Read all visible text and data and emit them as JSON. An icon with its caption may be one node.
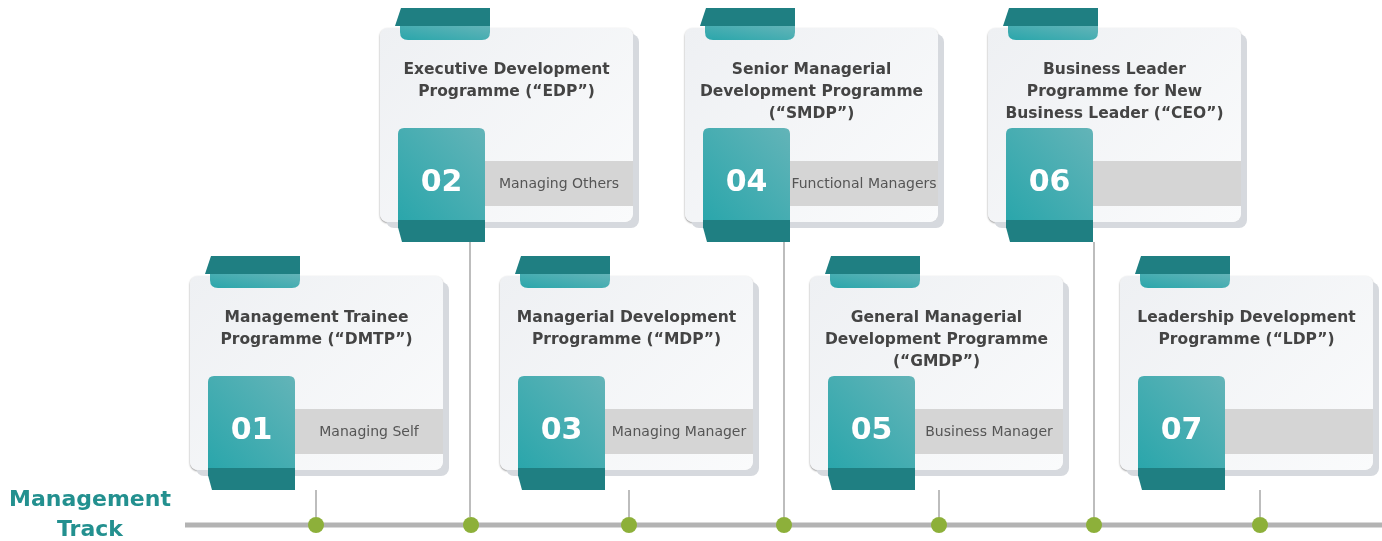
{
  "diagram": {
    "nodes": [
      {
        "text": [
          "Management Trainee Programme (“DMTP”)",
          "01",
          "Managing Self"
        ]
      },
      {
        "text": [
          "Executive Development Programme (“EDP”)",
          "02",
          "Managing Others"
        ]
      },
      {
        "text": [
          "Managerial Development Prrogramme (“MDP”)",
          "03",
          "Managing Manager"
        ]
      },
      {
        "text": [
          "Senior Managerial Development Programme (“SMDP”)",
          "04",
          "Functional Managers"
        ]
      },
      {
        "text": [
          "General Managerial Development Programme (“GMDP”)",
          "05",
          "Business Manager"
        ]
      },
      {
        "text": [
          "Business Leader Programme for New Business Leader (“CEO”)",
          "06"
        ]
      },
      {
        "text": [
          "Leadership Development Programme (“LDP”)",
          "07"
        ]
      },
      {
        "text": [],
        "shape": "circle"
      },
      {
        "text": [],
        "shape": "circle"
      },
      {
        "text": [],
        "shape": "circle"
      },
      {
        "text": [],
        "shape": "circle"
      },
      {
        "text": [],
        "shape": "circle"
      },
      {
        "text": [],
        "shape": "circle"
      },
      {
        "text": [],
        "shape": "circle"
      }
    ],
    "edges": [
      {
        "from": 0,
        "to": 7,
        "arrow": "none"
      },
      {
        "from": 1,
        "to": 8,
        "arrow": "none"
      },
      {
        "from": 2,
        "to": 9,
        "arrow": "none"
      },
      {
        "from": 3,
        "to": 10,
        "arrow": "none"
      },
      {
        "from": 4,
        "to": 11,
        "arrow": "none"
      },
      {
        "from": 5,
        "to": 12,
        "arrow": "none"
      },
      {
        "from": 6,
        "to": 13,
        "arrow": "none"
      }
    ],
    "labels": [
      "Management Track"
    ]
  }
}
